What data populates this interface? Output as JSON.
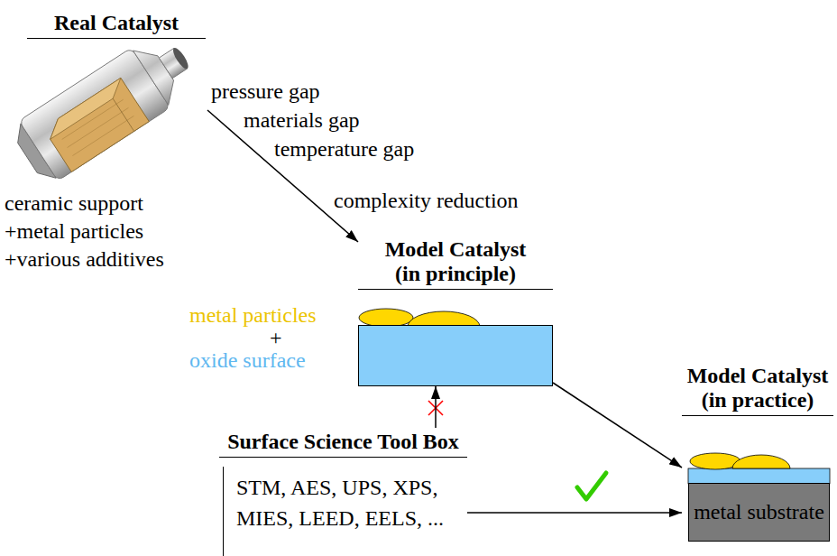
{
  "diagram": {
    "nodes": [
      {
        "text": [
          "Real Catalyst",
          "ceramic support +metal particles +various additives"
        ]
      },
      {
        "text": [
          "Model Catalyst (in principle)"
        ]
      },
      {
        "text": [
          "Surface Science Tool Box",
          "STM, AES, UPS, XPS, MIES, LEED, EELS, ..."
        ]
      },
      {
        "text": [
          "Model Catalyst (in practice)",
          "metal substrate"
        ]
      }
    ],
    "edges": [
      {
        "from": 0,
        "to": 1,
        "arrow": "to"
      },
      {
        "from": 2,
        "to": 1,
        "arrow": "to"
      },
      {
        "from": 2,
        "to": 3,
        "arrow": "to"
      },
      {
        "from": 1,
        "to": 3,
        "arrow": "to"
      }
    ],
    "labels": [
      "pressure gap",
      "materials gap",
      "temperature gap",
      "complexity reduction",
      "metal particles",
      "+",
      "oxide surface"
    ]
  }
}
